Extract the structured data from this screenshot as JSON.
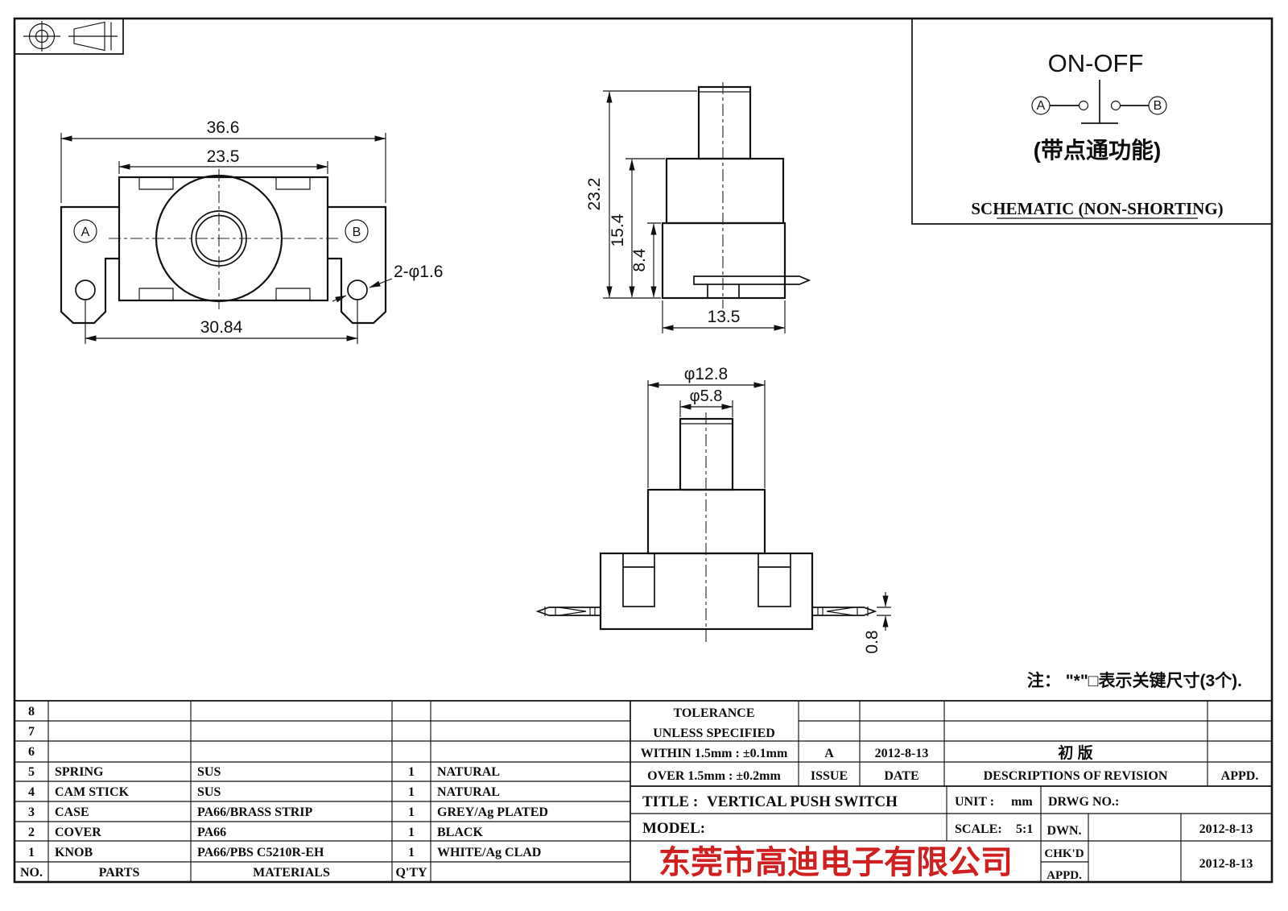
{
  "colors": {
    "line": "#111111",
    "company_red": "#d01f1f"
  },
  "drawing": {
    "note": "注： \"*\"□表示关键尺寸(3个).",
    "schematic": {
      "title": "ON-OFF",
      "terminal_a": "A",
      "terminal_b": "B",
      "function_note": "(带点通功能)",
      "caption": "SCHEMATIC (NON-SHORTING)"
    },
    "front_view": {
      "dim_total_width": "36.6",
      "dim_case_width": "23.5",
      "dim_hole_span": "30.84",
      "dim_holes": "2-φ1.6",
      "label_a": "A",
      "label_b": "B"
    },
    "side_view": {
      "dim_total_height": "23.2",
      "dim_body_height": "15.4",
      "dim_base_height": "8.4",
      "dim_base_width": "13.5"
    },
    "bottom_view": {
      "dim_body_dia": "φ12.8",
      "dim_shaft_dia": "φ5.8",
      "dim_terminal_thickness": "0.8"
    }
  },
  "parts_table": {
    "headers": {
      "no": "NO.",
      "parts": "PARTS",
      "materials": "MATERIALS",
      "qty": "Q'TY",
      "color": ""
    },
    "rows": [
      {
        "no": "8",
        "parts": "",
        "materials": "",
        "qty": "",
        "color": ""
      },
      {
        "no": "7",
        "parts": "",
        "materials": "",
        "qty": "",
        "color": ""
      },
      {
        "no": "6",
        "parts": "",
        "materials": "",
        "qty": "",
        "color": ""
      },
      {
        "no": "5",
        "parts": "SPRING",
        "materials": "SUS",
        "qty": "1",
        "color": "NATURAL"
      },
      {
        "no": "4",
        "parts": "CAM STICK",
        "materials": "SUS",
        "qty": "1",
        "color": "NATURAL"
      },
      {
        "no": "3",
        "parts": "CASE",
        "materials": "PA66/BRASS STRIP",
        "qty": "1",
        "color": "GREY/Ag PLATED"
      },
      {
        "no": "2",
        "parts": "COVER",
        "materials": "PA66",
        "qty": "1",
        "color": "BLACK"
      },
      {
        "no": "1",
        "parts": "KNOB",
        "materials": "PA66/PBS C5210R-EH",
        "qty": "1",
        "color": "WHITE/Ag CLAD"
      }
    ]
  },
  "tolerance_block": {
    "line1": "TOLERANCE",
    "line2": "UNLESS SPECIFIED",
    "within": "WITHIN 1.5mm : ±0.1mm",
    "over": "OVER 1.5mm : ±0.2mm"
  },
  "revision_table": {
    "issue_value": "A",
    "date_value": "2012-8-13",
    "description_value": "初 版",
    "issue_label": "ISSUE",
    "date_label": "DATE",
    "descriptions_label": "DESCRIPTIONS OF REVISION",
    "appd_label": "APPD."
  },
  "title_block": {
    "title_label": "TITLE :",
    "title_value": "VERTICAL PUSH SWITCH",
    "unit_label": "UNIT :",
    "unit_value": "mm",
    "drwg_label": "DRWG NO.:",
    "model_label": "MODEL:",
    "scale_label": "SCALE:",
    "scale_value": "5:1",
    "dwn_label": "DWN.",
    "dwn_date": "2012-8-13",
    "chkd_label": "CHK'D",
    "chkd_date": "2012-8-13",
    "appd_label": "APPD.",
    "company": "东莞市高迪电子有限公司"
  }
}
